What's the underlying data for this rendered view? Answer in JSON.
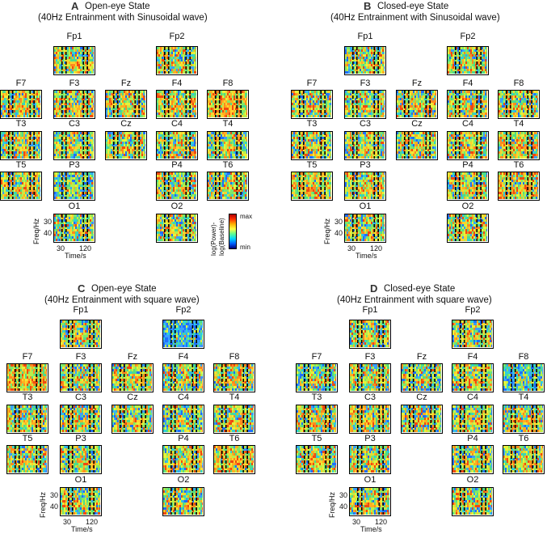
{
  "panels": [
    {
      "label": "A",
      "title_line1": "Open-eye State",
      "title_line2": "(40Hz Entrainment with Sinusoidal wave)"
    },
    {
      "label": "B",
      "title_line1": "Closed-eye State",
      "title_line2": "(40Hz Entrainment with Sinusoidal wave)"
    },
    {
      "label": "C",
      "title_line1": "Open-eye State",
      "title_line2": "(40Hz Entrainment with square wave)"
    },
    {
      "label": "D",
      "title_line1": "Closed-eye State",
      "title_line2": "(40Hz Entrainment with square wave)"
    }
  ],
  "channels": [
    "Fp1",
    "Fp2",
    "F7",
    "F3",
    "Fz",
    "F4",
    "F8",
    "T3",
    "C3",
    "Cz",
    "C4",
    "T4",
    "T5",
    "P3",
    "P4",
    "T6",
    "O1",
    "O2"
  ],
  "axes": {
    "ylabel": "Freq/Hz",
    "yticks": [
      "30",
      "40"
    ],
    "xlabel": "Time/s",
    "xticks": [
      "30",
      "120"
    ]
  },
  "colorbar": {
    "max_label": "max",
    "min_label": "min",
    "label_line1": "log(Power)-",
    "label_line2": "log(Baseline)",
    "colors": [
      "#b00000",
      "#ff3000",
      "#ffb000",
      "#ffff40",
      "#60ff90",
      "#00d8ff",
      "#0060ff",
      "#00007a"
    ]
  },
  "tile_palette": {
    "warm": [
      "#ff8a1f",
      "#ffb020",
      "#ffd22e",
      "#f04a10"
    ],
    "mid": [
      "#e7f23a",
      "#b9ef4a",
      "#7ee86a",
      "#4fdc88"
    ],
    "cool": [
      "#2fd0d8",
      "#3aa0ff",
      "#1f6fff"
    ]
  }
}
